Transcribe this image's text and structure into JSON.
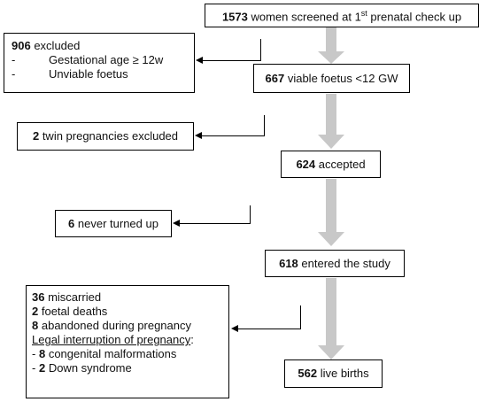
{
  "main_flow": [
    {
      "id": "screened",
      "count": "1573",
      "text_before_sup": "women screened at 1",
      "sup": "st",
      "text_after_sup": " prenatal check up"
    },
    {
      "id": "viable",
      "count": "667",
      "text": "viable foetus <12 GW"
    },
    {
      "id": "accepted",
      "count": "624",
      "text": "accepted"
    },
    {
      "id": "entered",
      "count": "618",
      "text": "entered the study"
    },
    {
      "id": "births",
      "count": "562",
      "text": "live births"
    }
  ],
  "excluded_1": {
    "count": "906",
    "text": "excluded",
    "items": [
      {
        "dash": "-",
        "text": "Gestational age ≥ 12w"
      },
      {
        "dash": "-",
        "text": "Unviable foetus"
      }
    ]
  },
  "excluded_2": {
    "count": "2",
    "text": "twin pregnancies excluded"
  },
  "excluded_3": {
    "count": "6",
    "text": "never turned up"
  },
  "excluded_4": {
    "lines": [
      {
        "count": "36",
        "text": "miscarried"
      },
      {
        "count": "2",
        "text": "foetal deaths"
      },
      {
        "count": "8",
        "text": "abandoned during pregnancy"
      }
    ],
    "legal_heading": "Legal interruption of pregnancy",
    "legal_colon": ":",
    "legal_items": [
      {
        "dash": "- ",
        "count": "8",
        "text": "congenital malformations"
      },
      {
        "dash": "- ",
        "count": "2",
        "text": "Down syndrome"
      }
    ]
  },
  "colors": {
    "arrow_fill": "#c8c8c8",
    "border": "#000000"
  }
}
